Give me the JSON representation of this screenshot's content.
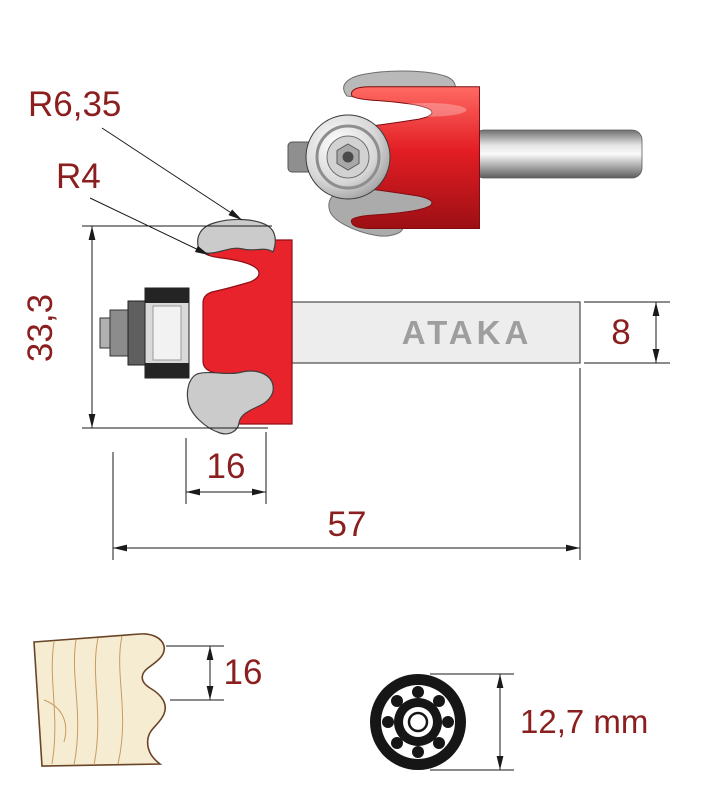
{
  "drawing": {
    "callouts": {
      "large_radius": "R6,35",
      "small_radius": "R4"
    },
    "dimensions": {
      "total_height": "33,3",
      "shank_diameter": "8",
      "cutting_length": "16",
      "overall_length": "57"
    },
    "brand": "ATAKA"
  },
  "wood_profile": {
    "depth": "16"
  },
  "bearing": {
    "diameter": "12,7 mm"
  },
  "colors": {
    "dimension_text": "#8b1e1e",
    "cutter_red": "#e8232b",
    "cutter_red_outline": "#8f1016",
    "steel_gray": "#cbcbcb",
    "brand_gray": "#9e9e9e",
    "wood_fill": "#f6ecd2",
    "wood_line": "#6a4426",
    "line_black": "#1a1a1a"
  }
}
